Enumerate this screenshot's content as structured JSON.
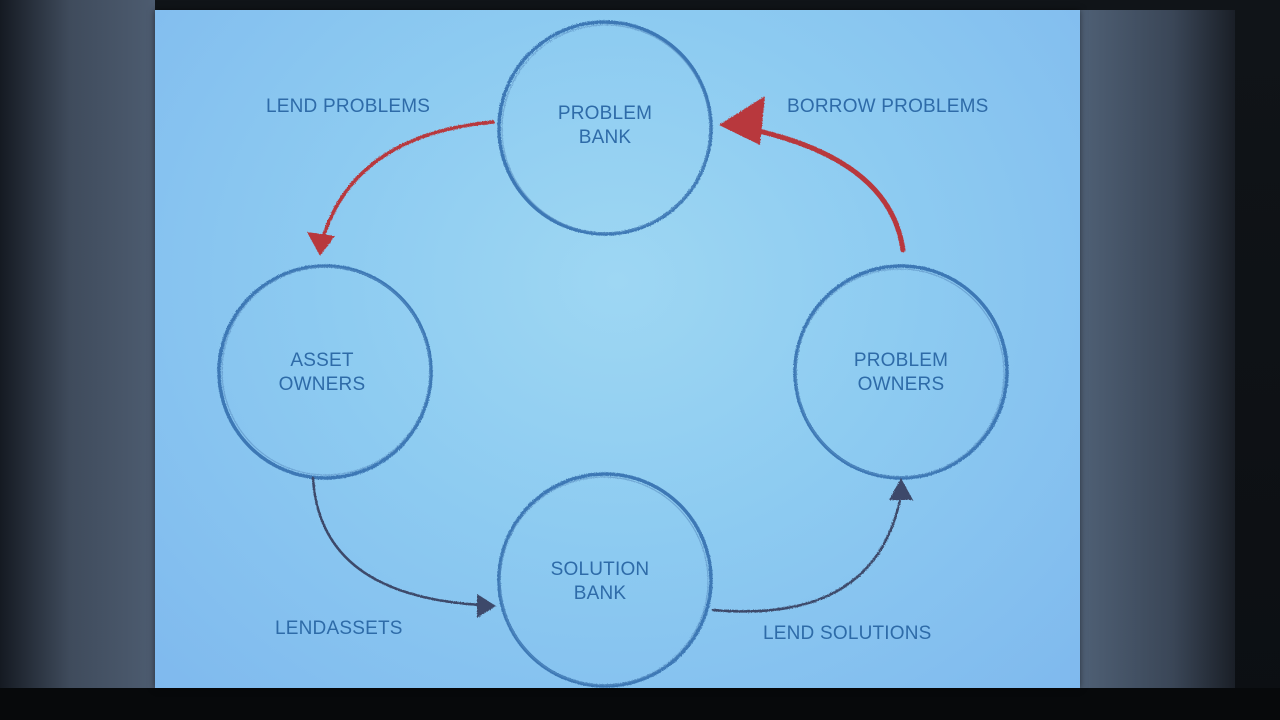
{
  "nodes": {
    "problem_bank": "PROBLEM\nBANK",
    "asset_owners": "ASSET\nOWNERS",
    "problem_owners": "PROBLEM\nOWNERS",
    "solution_bank": "SOLUTION\nBANK"
  },
  "node_lines": {
    "problem_bank": [
      "PROBLEM",
      "BANK"
    ],
    "asset_owners": [
      "ASSET",
      "OWNERS"
    ],
    "problem_owners": [
      "PROBLEM",
      "OWNERS"
    ],
    "solution_bank": [
      "SOLUTION",
      "BANK"
    ]
  },
  "edges": {
    "lend_problems": "LEND PROBLEMS",
    "borrow_problems": "BORROW PROBLEMS",
    "lend_assets": "LENDASSETS",
    "lend_solutions": "LEND SOLUTIONS"
  },
  "colors": {
    "circle_stroke": "#3d78b5",
    "label_text": "#2e6ba8",
    "red_arrow": "#b8383d",
    "dark_arrow": "#3c4a6a"
  }
}
